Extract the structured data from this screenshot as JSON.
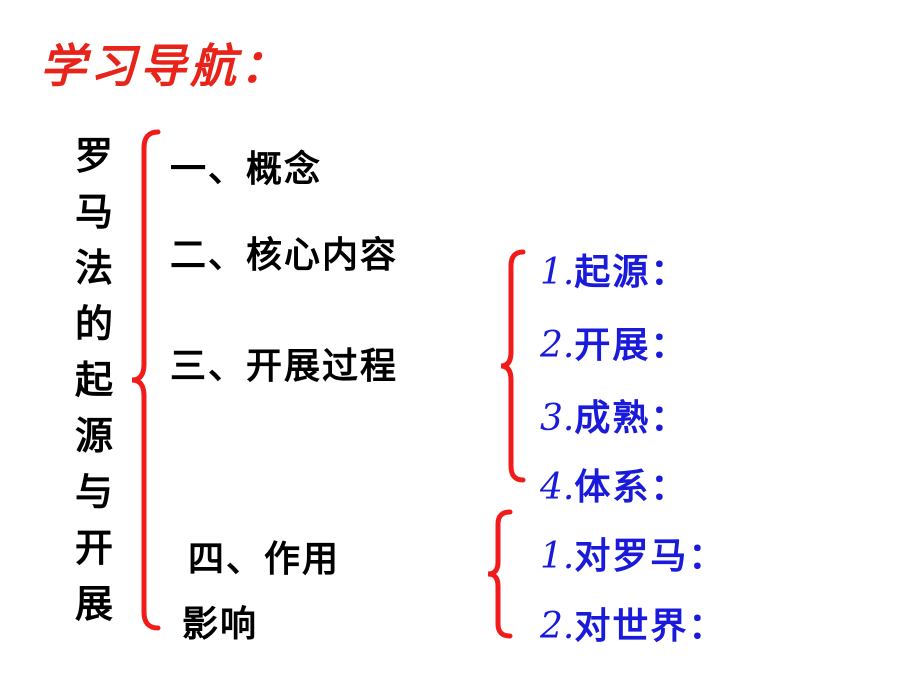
{
  "title": "学习导航：",
  "vertical_title": [
    "罗",
    "马",
    "法",
    "的",
    "起",
    "源",
    "与",
    "开",
    "展"
  ],
  "items": [
    {
      "label": "一、概念"
    },
    {
      "label": "二、核心内容"
    },
    {
      "label": "三、开展过程"
    },
    {
      "label": "四、作用"
    },
    {
      "label": "影响"
    }
  ],
  "process_steps": [
    {
      "num": "1.",
      "label": "起源："
    },
    {
      "num": "2.",
      "label": "开展："
    },
    {
      "num": "3.",
      "label": "成熟："
    },
    {
      "num": "4.",
      "label": "体系："
    }
  ],
  "impact_steps": [
    {
      "num": "1.",
      "label": "对罗马："
    },
    {
      "num": "2.",
      "label": "对世界："
    }
  ],
  "colors": {
    "title": "#e8231a",
    "brace": "#f01c1c",
    "sub": "#1a1adb",
    "text": "#000000"
  }
}
